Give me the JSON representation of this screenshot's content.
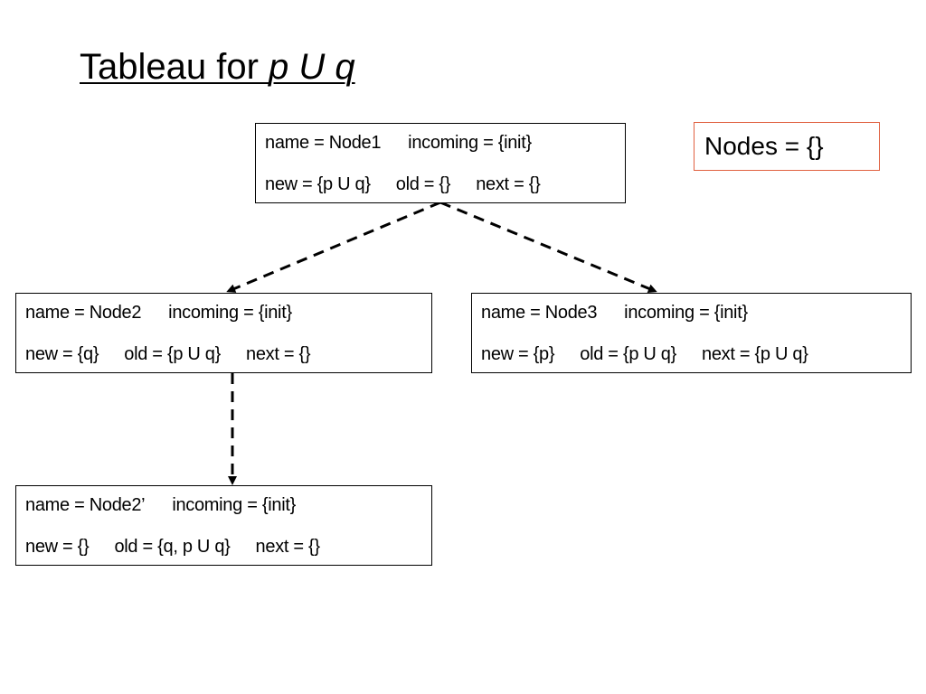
{
  "title": {
    "prefix": "Tableau for ",
    "formula": "p U q"
  },
  "nodes_set": {
    "label": "Nodes = {}",
    "border_color": "#e06040"
  },
  "tableau_nodes": [
    {
      "id": "node1",
      "name": "name = Node1",
      "incoming": "incoming = {init}",
      "new": "new = {p U q}",
      "old": "old = {}",
      "next": "next = {}"
    },
    {
      "id": "node2",
      "name": "name = Node2",
      "incoming": "incoming = {init}",
      "new": "new = {q}",
      "old": "old = {p U q}",
      "next": "next = {}"
    },
    {
      "id": "node3",
      "name": "name = Node3",
      "incoming": "incoming = {init}",
      "new": "new = {p}",
      "old": "old = {p U q}",
      "next": "next = {p U q}"
    },
    {
      "id": "node2prime",
      "name": "name = Node2’",
      "incoming": "incoming = {init}",
      "new": "new = {}",
      "old": "old = {q, p U q}",
      "next": "next = {}"
    }
  ],
  "edges": [
    {
      "from": "node1",
      "to": "node2",
      "style": "dashed"
    },
    {
      "from": "node1",
      "to": "node3",
      "style": "dashed"
    },
    {
      "from": "node2",
      "to": "node2prime",
      "style": "dashed"
    }
  ]
}
